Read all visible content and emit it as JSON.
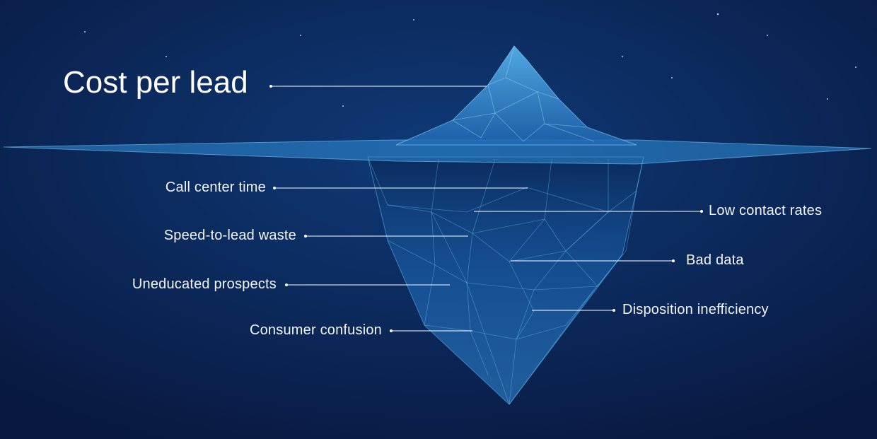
{
  "title": "Cost per lead",
  "labels_left": [
    {
      "id": "call-center-time",
      "text": "Call center time"
    },
    {
      "id": "speed-to-lead-waste",
      "text": "Speed-to-lead waste"
    },
    {
      "id": "uneducated-prospects",
      "text": "Uneducated prospects"
    },
    {
      "id": "consumer-confusion",
      "text": "Consumer confusion"
    }
  ],
  "labels_right": [
    {
      "id": "low-contact-rates",
      "text": "Low contact rates"
    },
    {
      "id": "bad-data",
      "text": "Bad data"
    },
    {
      "id": "disposition-inefficiency",
      "text": "Disposition inefficiency"
    }
  ],
  "colors": {
    "background": "#0a1f4d",
    "iceberg": "#3fa0e6",
    "text": "#f2f6fb"
  }
}
